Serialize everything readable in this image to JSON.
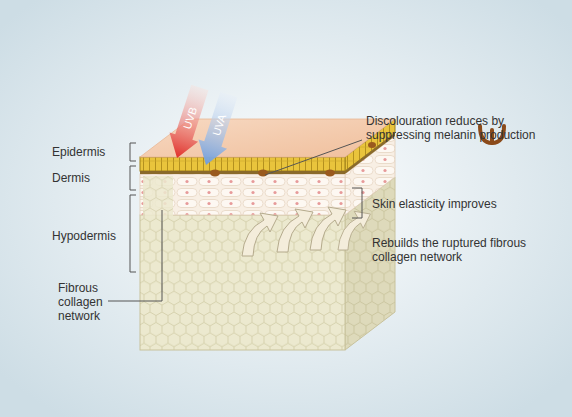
{
  "diagram": {
    "labels": [
      "UVB",
      "UVA",
      "Epidermis",
      "Dermis",
      "Hypodermis",
      "Fibrous collagen network",
      "Discolouration reduces by suppressing melanin production",
      "Skin elasticity improves",
      "Rebuilds the ruptured fibrous collagen network"
    ]
  }
}
